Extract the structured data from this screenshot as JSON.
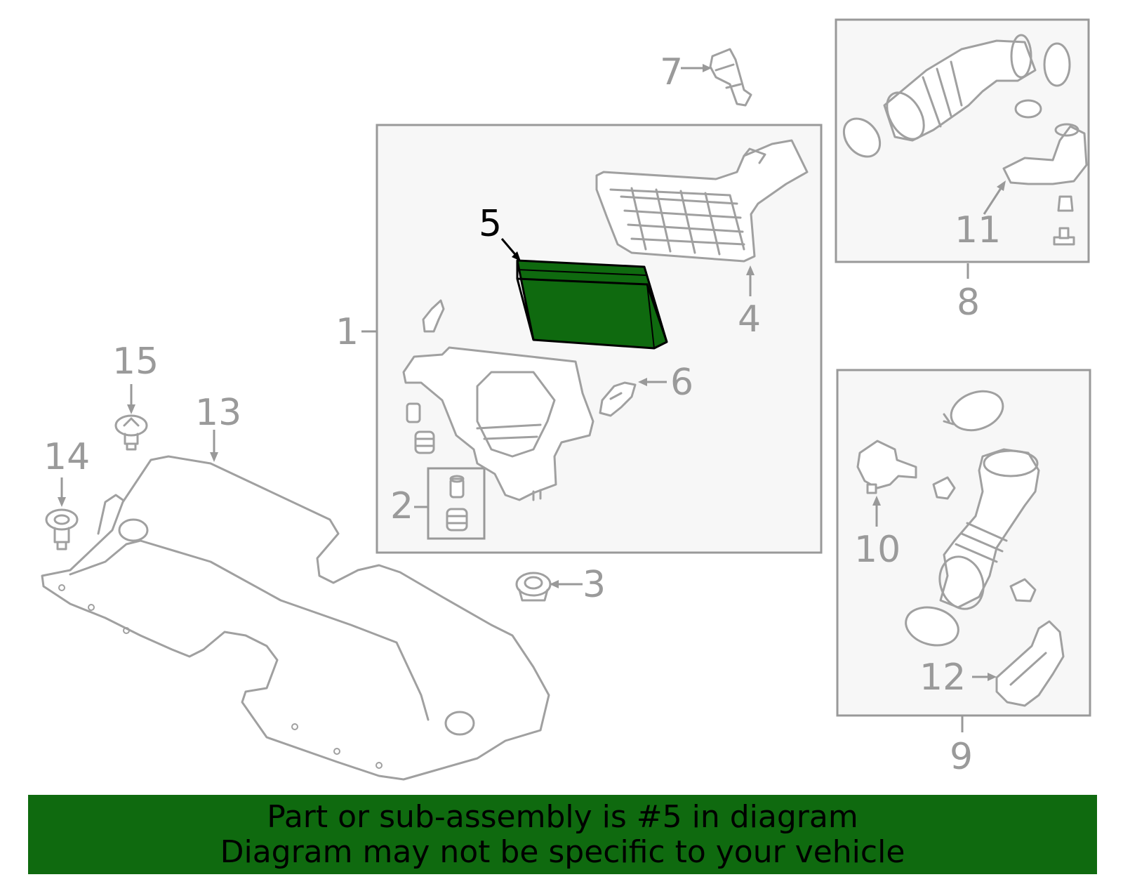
{
  "callouts": {
    "c1": "1",
    "c2": "2",
    "c3": "3",
    "c4": "4",
    "c5": "5",
    "c6": "6",
    "c7": "7",
    "c8": "8",
    "c9": "9",
    "c10": "10",
    "c11": "11",
    "c12": "12",
    "c13": "13",
    "c14": "14",
    "c15": "15"
  },
  "highlight": {
    "part_number": "5",
    "color": "#0f6a0f"
  },
  "banner": {
    "line1": "Part or sub-assembly is #5 in diagram",
    "line2": "Diagram may not be specific to your vehicle",
    "background": "#0f6a0f"
  }
}
